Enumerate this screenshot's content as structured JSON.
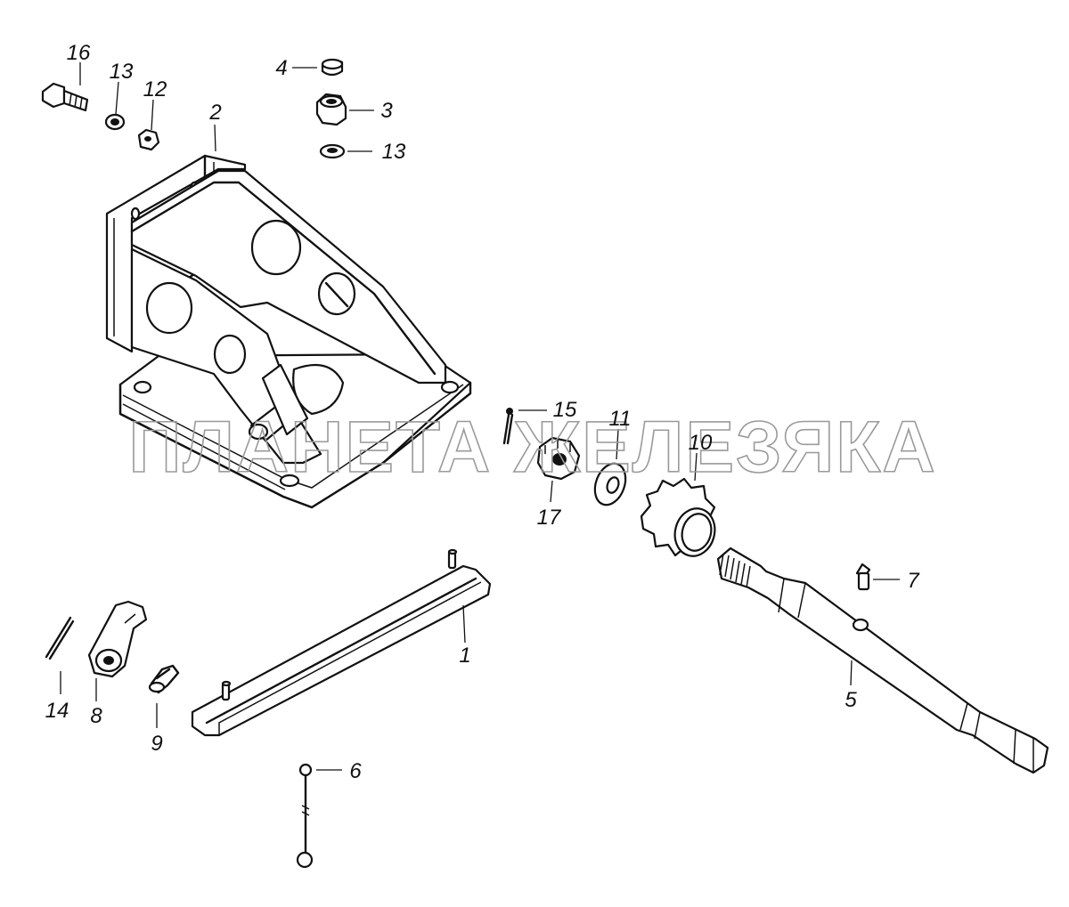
{
  "watermark": "ПЛАНЕТА ЖЕЛЕЗЯКА",
  "callouts": {
    "c1": "1",
    "c2": "2",
    "c3": "3",
    "c4": "4",
    "c5": "5",
    "c6": "6",
    "c7": "7",
    "c8": "8",
    "c9": "9",
    "c10": "10",
    "c11": "11",
    "c12": "12",
    "c13a": "13",
    "c13b": "13",
    "c14": "14",
    "c15": "15",
    "c16": "16",
    "c17": "17"
  }
}
